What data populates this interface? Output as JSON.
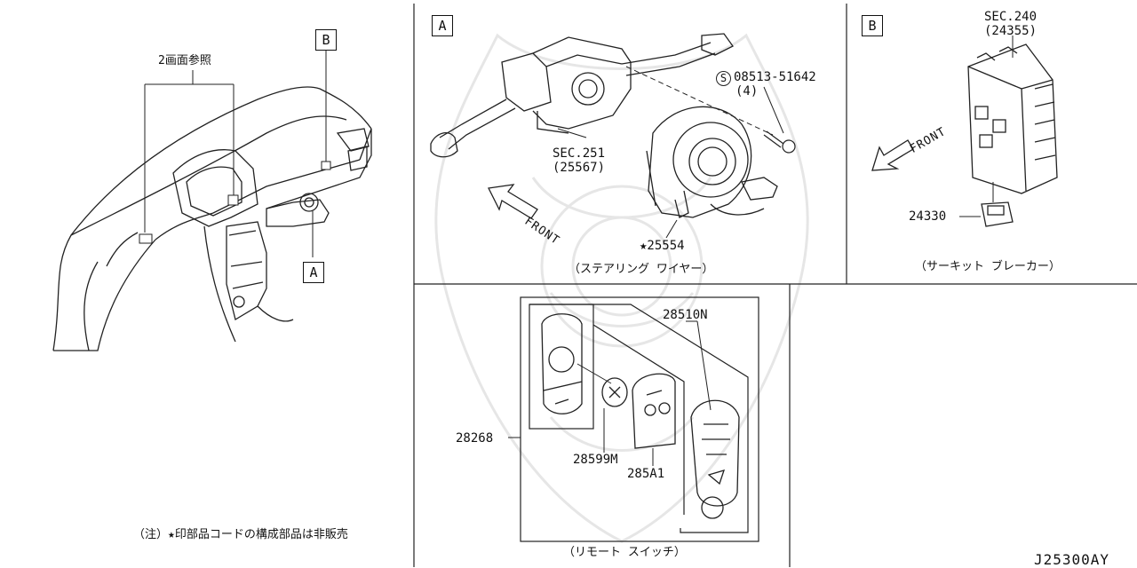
{
  "overview": {
    "note_label": "2画面参照",
    "callout_a": "A",
    "callout_b": "B",
    "footnote": "（注）★印部品コードの構成部品は非販売"
  },
  "panel_a": {
    "tag": "A",
    "sec_label": "SEC.251",
    "sec_part": "(25567)",
    "screw_symbol": "S",
    "screw_part": "08513-51642",
    "screw_qty": "(4)",
    "front_label": "FRONT",
    "starred_part": "★25554",
    "caption": "（ステアリング ワイヤー）"
  },
  "panel_b": {
    "tag": "B",
    "sec_label": "SEC.240",
    "sec_part": "(24355)",
    "front_label": "FRONT",
    "part_breaker": "24330",
    "caption": "（サーキット ブレーカー）"
  },
  "panel_remote": {
    "part_set": "28510N",
    "part_case": "28268",
    "part_battery": "28599M",
    "part_board": "285A1",
    "caption": "（リモート スイッチ）"
  },
  "diagram_code": "J25300AY"
}
